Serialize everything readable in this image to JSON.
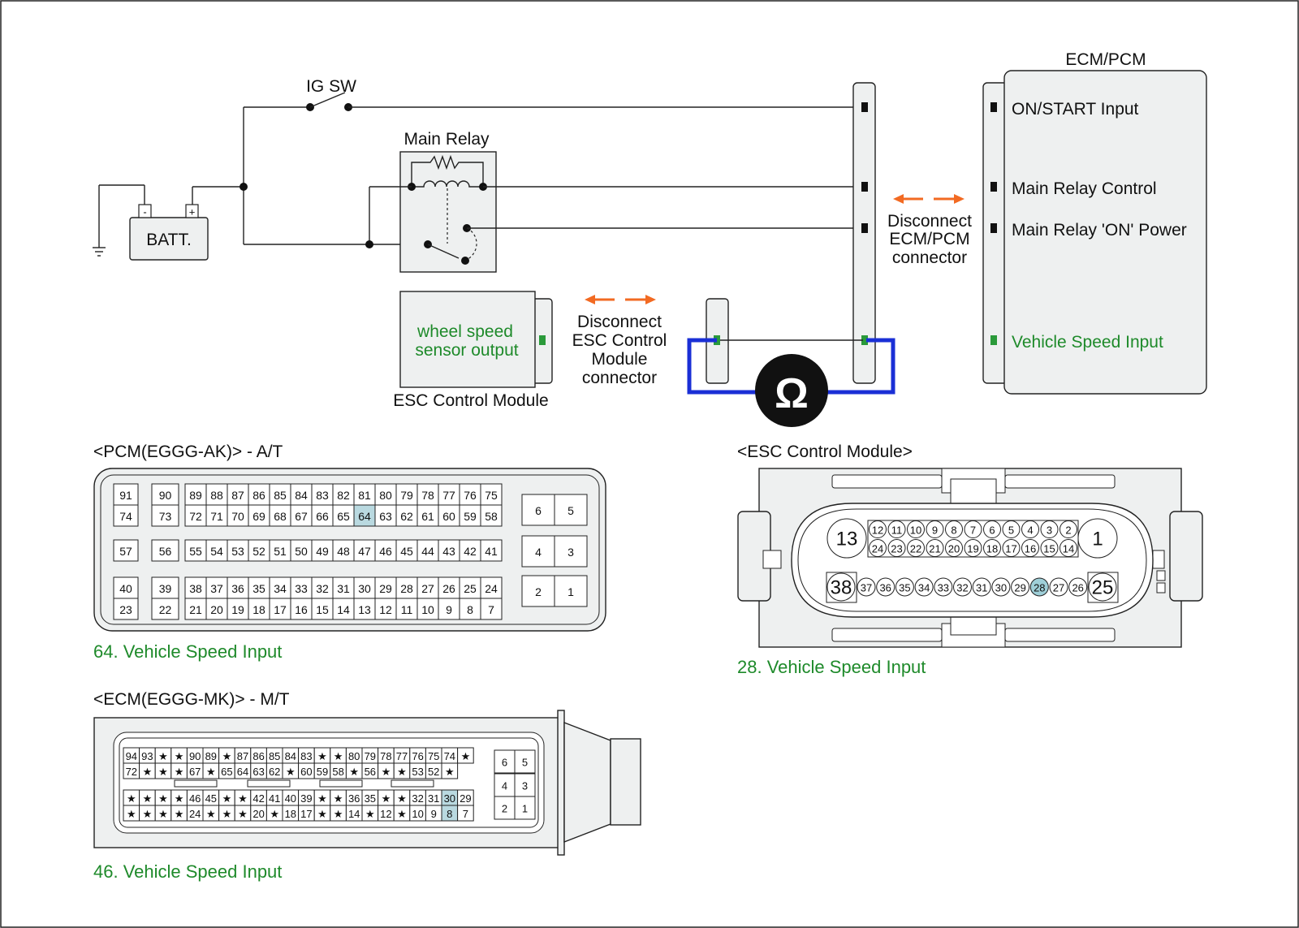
{
  "schematic": {
    "ig_sw": "IG SW",
    "main_relay": "Main Relay",
    "battery": "BATT.",
    "battery_minus": "-",
    "battery_plus": "+",
    "ecm_title": "ECM/PCM",
    "ecm_pins": [
      "ON/START Input",
      "Main Relay Control",
      "Main Relay 'ON' Power",
      "Vehicle Speed Input"
    ],
    "disconnect_ecm": [
      "Disconnect",
      "ECM/PCM",
      "connector"
    ],
    "disconnect_esc": [
      "Disconnect",
      "ESC Control",
      "Module",
      "connector"
    ],
    "esc_module_text": [
      "wheel speed",
      "sensor output"
    ],
    "esc_module_label": "ESC Control Module",
    "ohm_symbol": "Ω"
  },
  "pcm_connector": {
    "title": "<PCM(EGGG-AK)> - A/T",
    "caption": "64. Vehicle Speed Input",
    "highlight": "64",
    "rows": [
      [
        "91",
        "90",
        "89",
        "88",
        "87",
        "86",
        "85",
        "84",
        "83",
        "82",
        "81",
        "80",
        "79",
        "78",
        "77",
        "76",
        "75"
      ],
      [
        "74",
        "73",
        "72",
        "71",
        "70",
        "69",
        "68",
        "67",
        "66",
        "65",
        "64",
        "63",
        "62",
        "61",
        "60",
        "59",
        "58"
      ],
      [
        "57",
        "56",
        "55",
        "54",
        "53",
        "52",
        "51",
        "50",
        "49",
        "48",
        "47",
        "46",
        "45",
        "44",
        "43",
        "42",
        "41"
      ],
      [
        "40",
        "39",
        "38",
        "37",
        "36",
        "35",
        "34",
        "33",
        "32",
        "31",
        "30",
        "29",
        "28",
        "27",
        "26",
        "25",
        "24"
      ],
      [
        "23",
        "22",
        "21",
        "20",
        "19",
        "18",
        "17",
        "16",
        "15",
        "14",
        "13",
        "12",
        "11",
        "10",
        "9",
        "8",
        "7"
      ]
    ],
    "side_pins": [
      [
        "6",
        "5"
      ],
      [
        "4",
        "3"
      ],
      [
        "2",
        "1"
      ]
    ]
  },
  "esc_connector": {
    "title": "<ESC Control Module>",
    "caption": "28. Vehicle Speed Input",
    "highlight": "28",
    "big_pins": [
      "13",
      "1",
      "38",
      "25"
    ],
    "row1": [
      "12",
      "11",
      "10",
      "9",
      "8",
      "7",
      "6",
      "5",
      "4",
      "3",
      "2"
    ],
    "row2": [
      "24",
      "23",
      "22",
      "21",
      "20",
      "19",
      "18",
      "17",
      "16",
      "15",
      "14"
    ],
    "row3": [
      "37",
      "36",
      "35",
      "34",
      "33",
      "32",
      "31",
      "30",
      "29",
      "28",
      "27",
      "26"
    ]
  },
  "ecm_connector": {
    "title": "<ECM(EGGG-MK)> - M/T",
    "caption": "46. Vehicle Speed Input",
    "highlight": "8",
    "highlight_top": "30",
    "rows": [
      [
        "94",
        "93",
        "★",
        "★",
        "90",
        "89",
        "★",
        "87",
        "86",
        "85",
        "84",
        "83",
        "★",
        "★",
        "80",
        "79",
        "78",
        "77",
        "76",
        "75",
        "74",
        "★"
      ],
      [
        "72",
        "★",
        "★",
        "★",
        "67",
        "★",
        "65",
        "64",
        "63",
        "62",
        "★",
        "60",
        "59",
        "58",
        "★",
        "56",
        "★",
        "★",
        "53",
        "52",
        "★"
      ],
      [
        "★",
        "★",
        "★",
        "★",
        "46",
        "45",
        "★",
        "★",
        "42",
        "41",
        "40",
        "39",
        "★",
        "★",
        "36",
        "35",
        "★",
        "★",
        "32",
        "31",
        "30",
        "29"
      ],
      [
        "★",
        "★",
        "★",
        "★",
        "24",
        "★",
        "★",
        "★",
        "20",
        "★",
        "18",
        "17",
        "★",
        "★",
        "14",
        "★",
        "12",
        "★",
        "10",
        "9",
        "8",
        "7"
      ]
    ],
    "side_pins": [
      [
        "6",
        "5"
      ],
      [
        "4",
        "3"
      ],
      [
        "2",
        "1"
      ]
    ]
  }
}
